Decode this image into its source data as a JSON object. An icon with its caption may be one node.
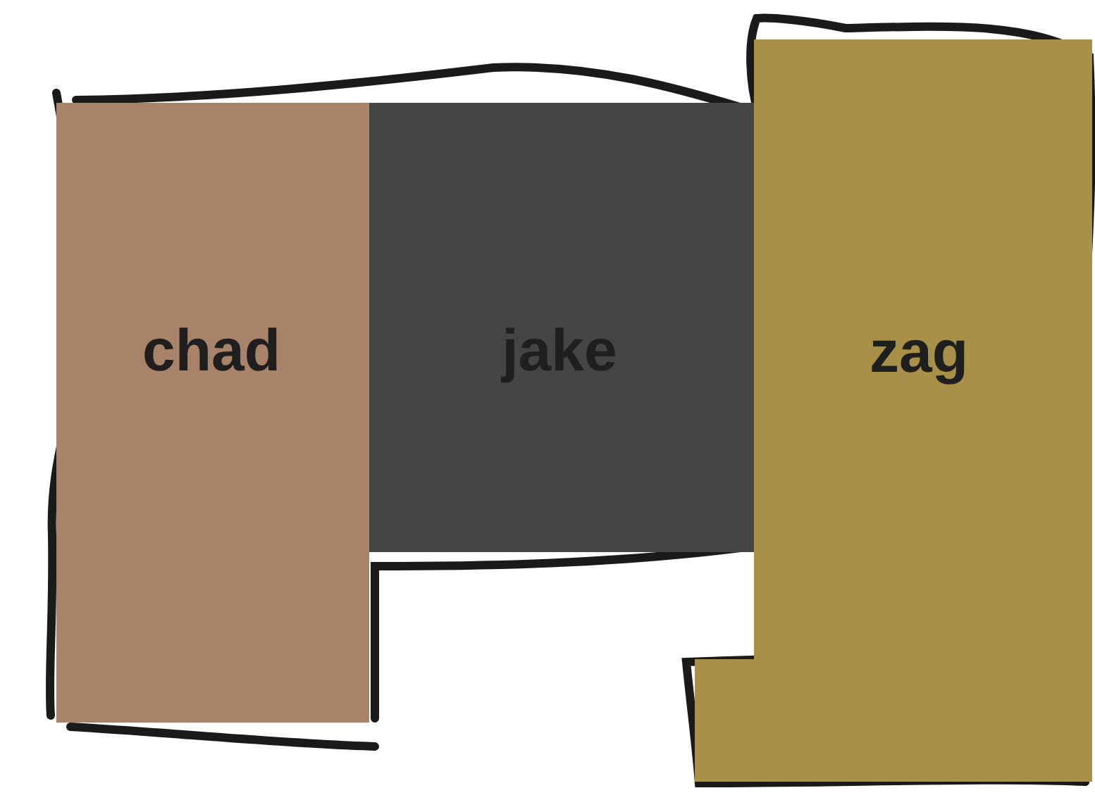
{
  "diagram": {
    "nodes": [
      {
        "text": [
          "chad"
        ]
      },
      {
        "text": [
          "jake"
        ]
      },
      {
        "text": [
          "zag"
        ]
      }
    ]
  }
}
